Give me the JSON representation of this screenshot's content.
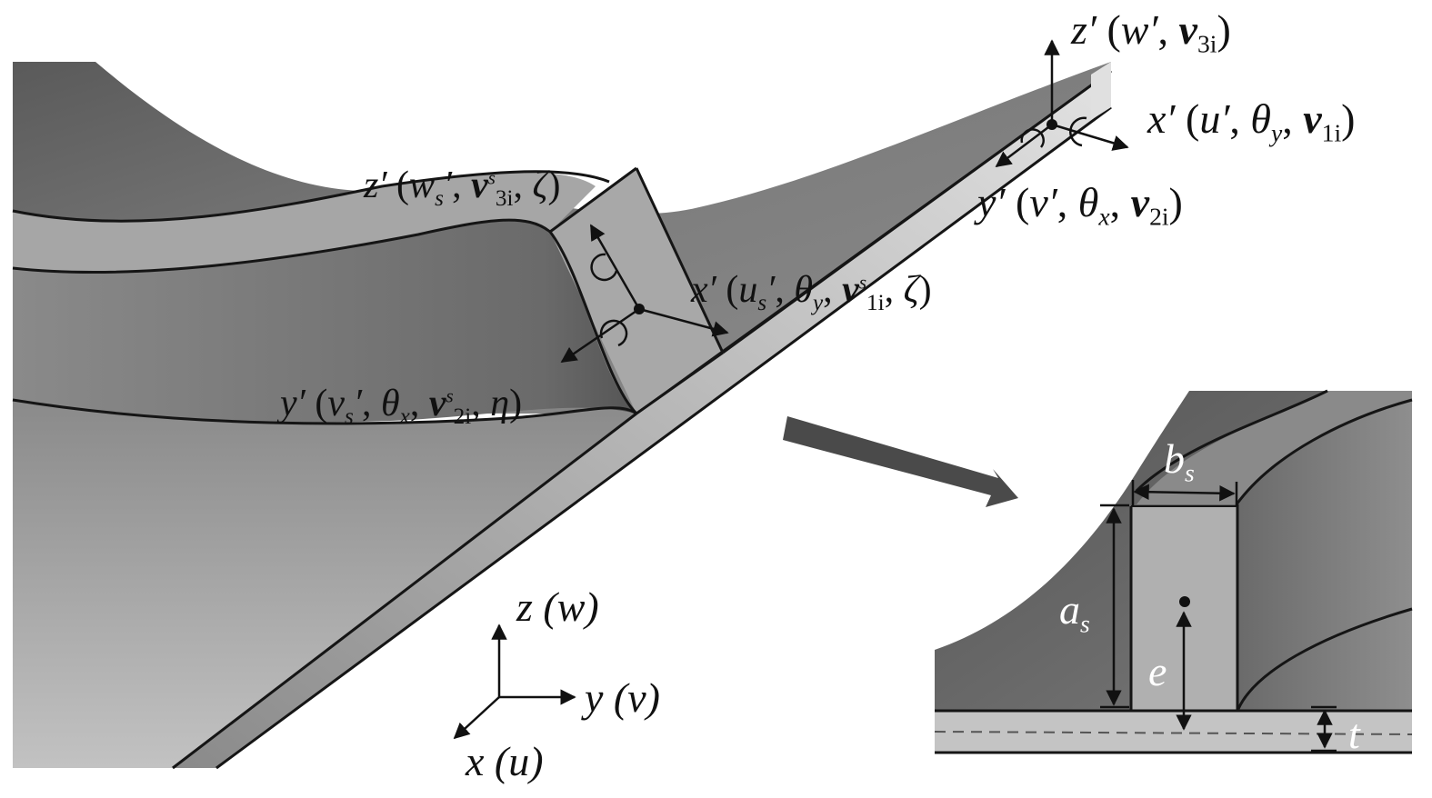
{
  "figure": {
    "type": "stiffened-plate-coordinate-diagram",
    "colors": {
      "background": "#ffffff",
      "plate_light": "#c4c4c4",
      "plate_dark": "#7a7a7a",
      "stiffener_face": "#a9a9a9",
      "stiffener_dark": "#5e5e5e",
      "edge_line": "#1a1a1a",
      "arrow_fill": "#4a4a4a"
    }
  },
  "labels": {
    "beam_end": {
      "z_axis": {
        "var": "z′",
        "args": [
          "w′",
          "v",
          "3i"
        ]
      },
      "x_axis": {
        "var": "x′",
        "args": [
          "u′",
          "θ",
          "y",
          "v",
          "1i"
        ]
      },
      "y_axis": {
        "var": "y′",
        "args": [
          "v′",
          "θ",
          "x",
          "v",
          "2i"
        ]
      }
    },
    "stiffener": {
      "z_axis": {
        "var": "z′",
        "args": [
          "w",
          "s",
          "′",
          "v",
          "s",
          "3i",
          "ζ"
        ]
      },
      "x_axis": {
        "var": "x′",
        "args": [
          "u",
          "s",
          "′",
          "θ",
          "y",
          "v",
          "s",
          "1i",
          "ζ"
        ]
      },
      "y_axis": {
        "var": "y′",
        "args": [
          "v",
          "s",
          "′",
          "θ",
          "x",
          "v",
          "s",
          "2i",
          "η"
        ]
      }
    },
    "global": {
      "z": "z (w)",
      "y": "y (v)",
      "x": "x (u)"
    },
    "inset": {
      "width": {
        "base": "b",
        "sub": "s"
      },
      "height": {
        "base": "a",
        "sub": "s"
      },
      "eccentricity": "e",
      "thickness": "t"
    }
  }
}
